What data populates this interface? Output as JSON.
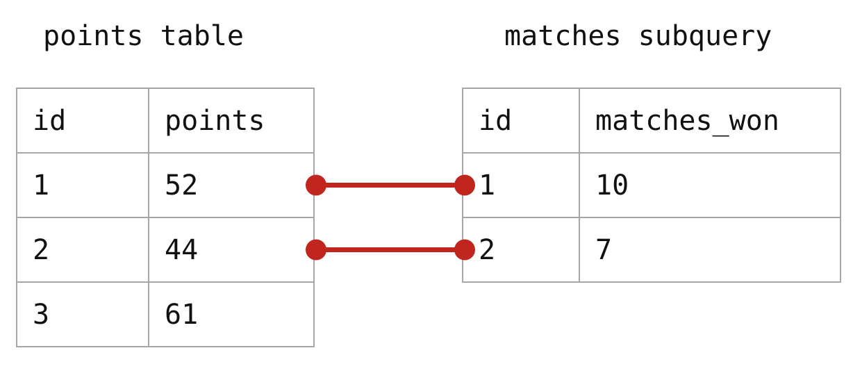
{
  "left": {
    "title": "points table",
    "columns": [
      "id",
      "points"
    ],
    "rows": [
      [
        "1",
        "52"
      ],
      [
        "2",
        "44"
      ],
      [
        "3",
        "61"
      ]
    ]
  },
  "right": {
    "title": "matches subquery",
    "columns": [
      "id",
      "matches_won"
    ],
    "rows": [
      [
        "1",
        "10"
      ],
      [
        "2",
        "7"
      ]
    ]
  },
  "links": [
    {
      "from_row": 0,
      "to_row": 0
    },
    {
      "from_row": 1,
      "to_row": 1
    }
  ],
  "colors": {
    "link": "#c0261e",
    "border": "#a6a6a6",
    "text": "#111111"
  }
}
